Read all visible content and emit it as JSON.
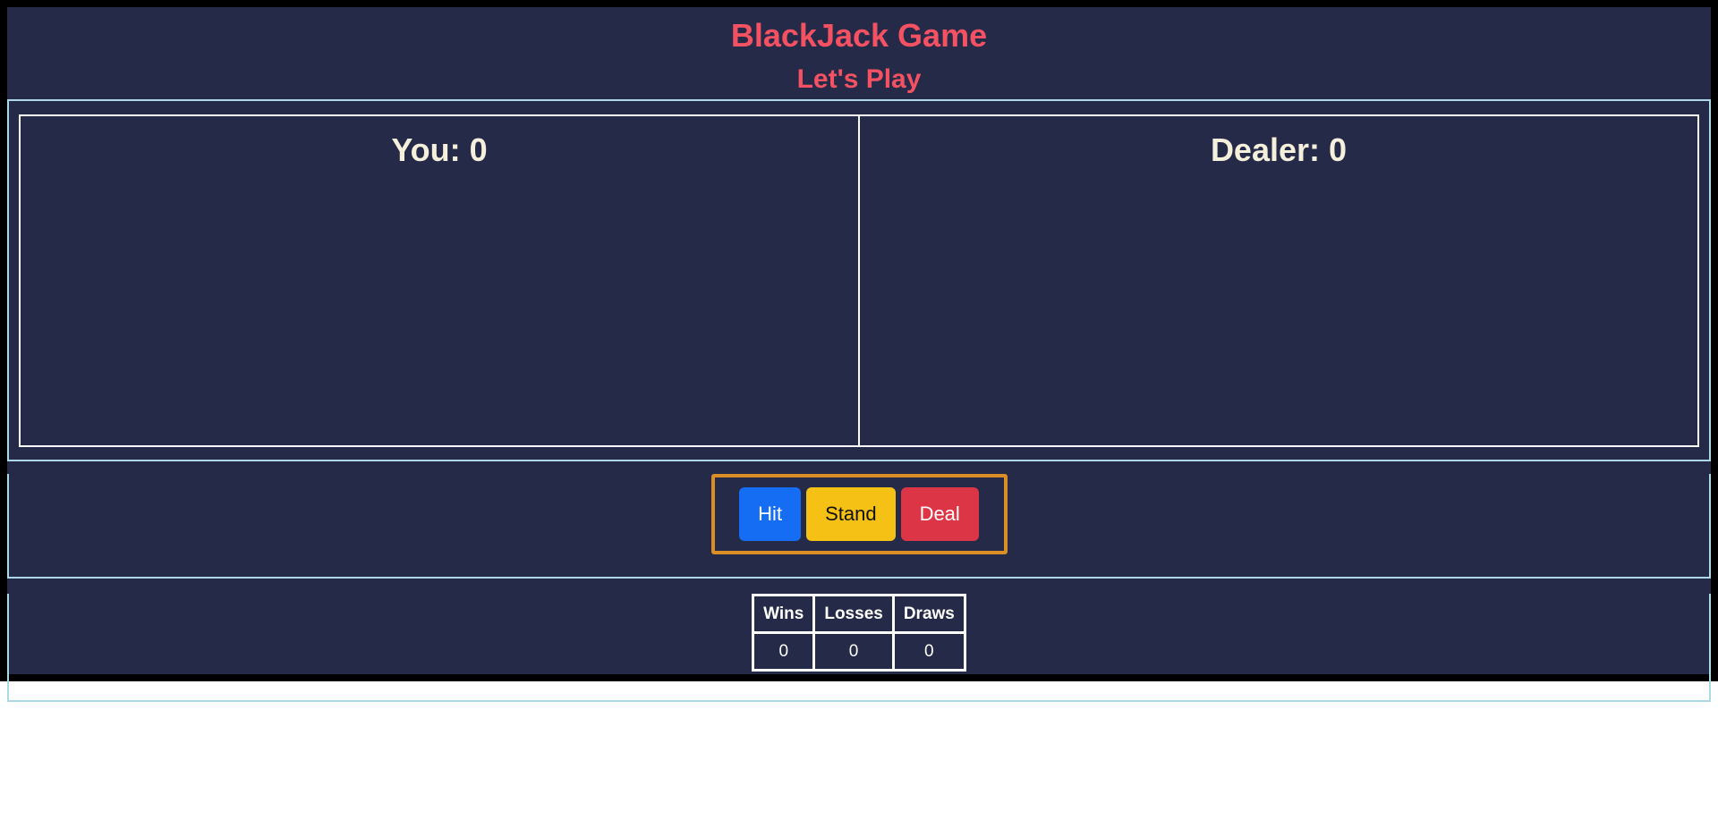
{
  "header": {
    "title": "BlackJack Game",
    "subtitle": "Let's Play"
  },
  "board": {
    "player": {
      "label": "You:",
      "score": "0"
    },
    "dealer": {
      "label": "Dealer:",
      "score": "0"
    }
  },
  "controls": {
    "hit_label": "Hit",
    "stand_label": "Stand",
    "deal_label": "Deal"
  },
  "stats": {
    "headers": [
      "Wins",
      "Losses",
      "Draws"
    ],
    "values": [
      "0",
      "0",
      "0"
    ]
  },
  "colors": {
    "background_navy": "#252a48",
    "frame_black": "#000000",
    "title_pink_red": "#f45162",
    "score_cream": "#f5f0dc",
    "section_border_lightblue": "#add8e6",
    "panel_border_white": "#fdfdfd",
    "controls_border_orange": "#da8e25",
    "hit_blue": "#146df2",
    "stand_gold": "#f5c114",
    "deal_red": "#dc3545"
  }
}
